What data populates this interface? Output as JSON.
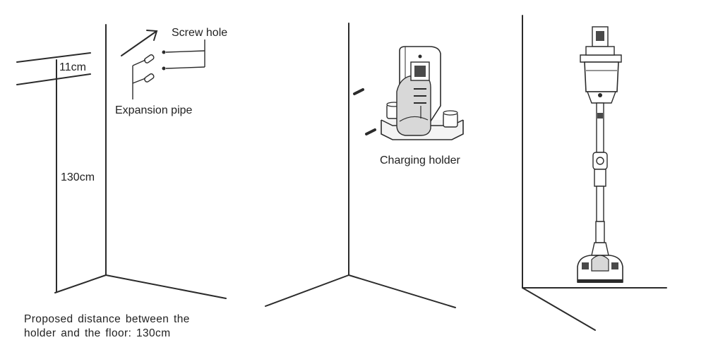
{
  "labels": {
    "top_gap": "11cm",
    "height": "130cm",
    "screw_hole": "Screw hole",
    "expansion_pipe": "Expansion pipe",
    "charging_holder": "Charging holder"
  },
  "caption": {
    "line1": "Proposed distance between the",
    "line2": "holder and the floor: 130cm"
  },
  "colors": {
    "ink": "#2b2b2b",
    "background": "#ffffff"
  }
}
